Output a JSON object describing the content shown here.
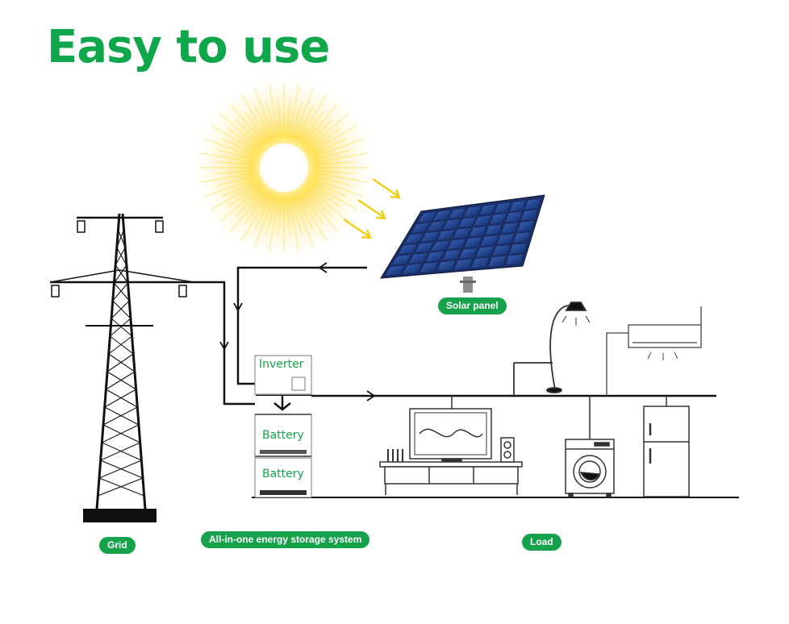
{
  "title": "Easy to use",
  "labels": {
    "solar_panel": "Solar panel",
    "grid": "Grid",
    "ess": "All-in-one energy storage system",
    "load": "Load"
  },
  "modules": {
    "inverter": "Inverter",
    "battery_1": "Battery",
    "battery_2": "Battery"
  },
  "colors": {
    "brand_green": "#10a64b",
    "line": "#111111",
    "sun": "#f7d23a",
    "panel_blue": "#1f3f8a"
  }
}
